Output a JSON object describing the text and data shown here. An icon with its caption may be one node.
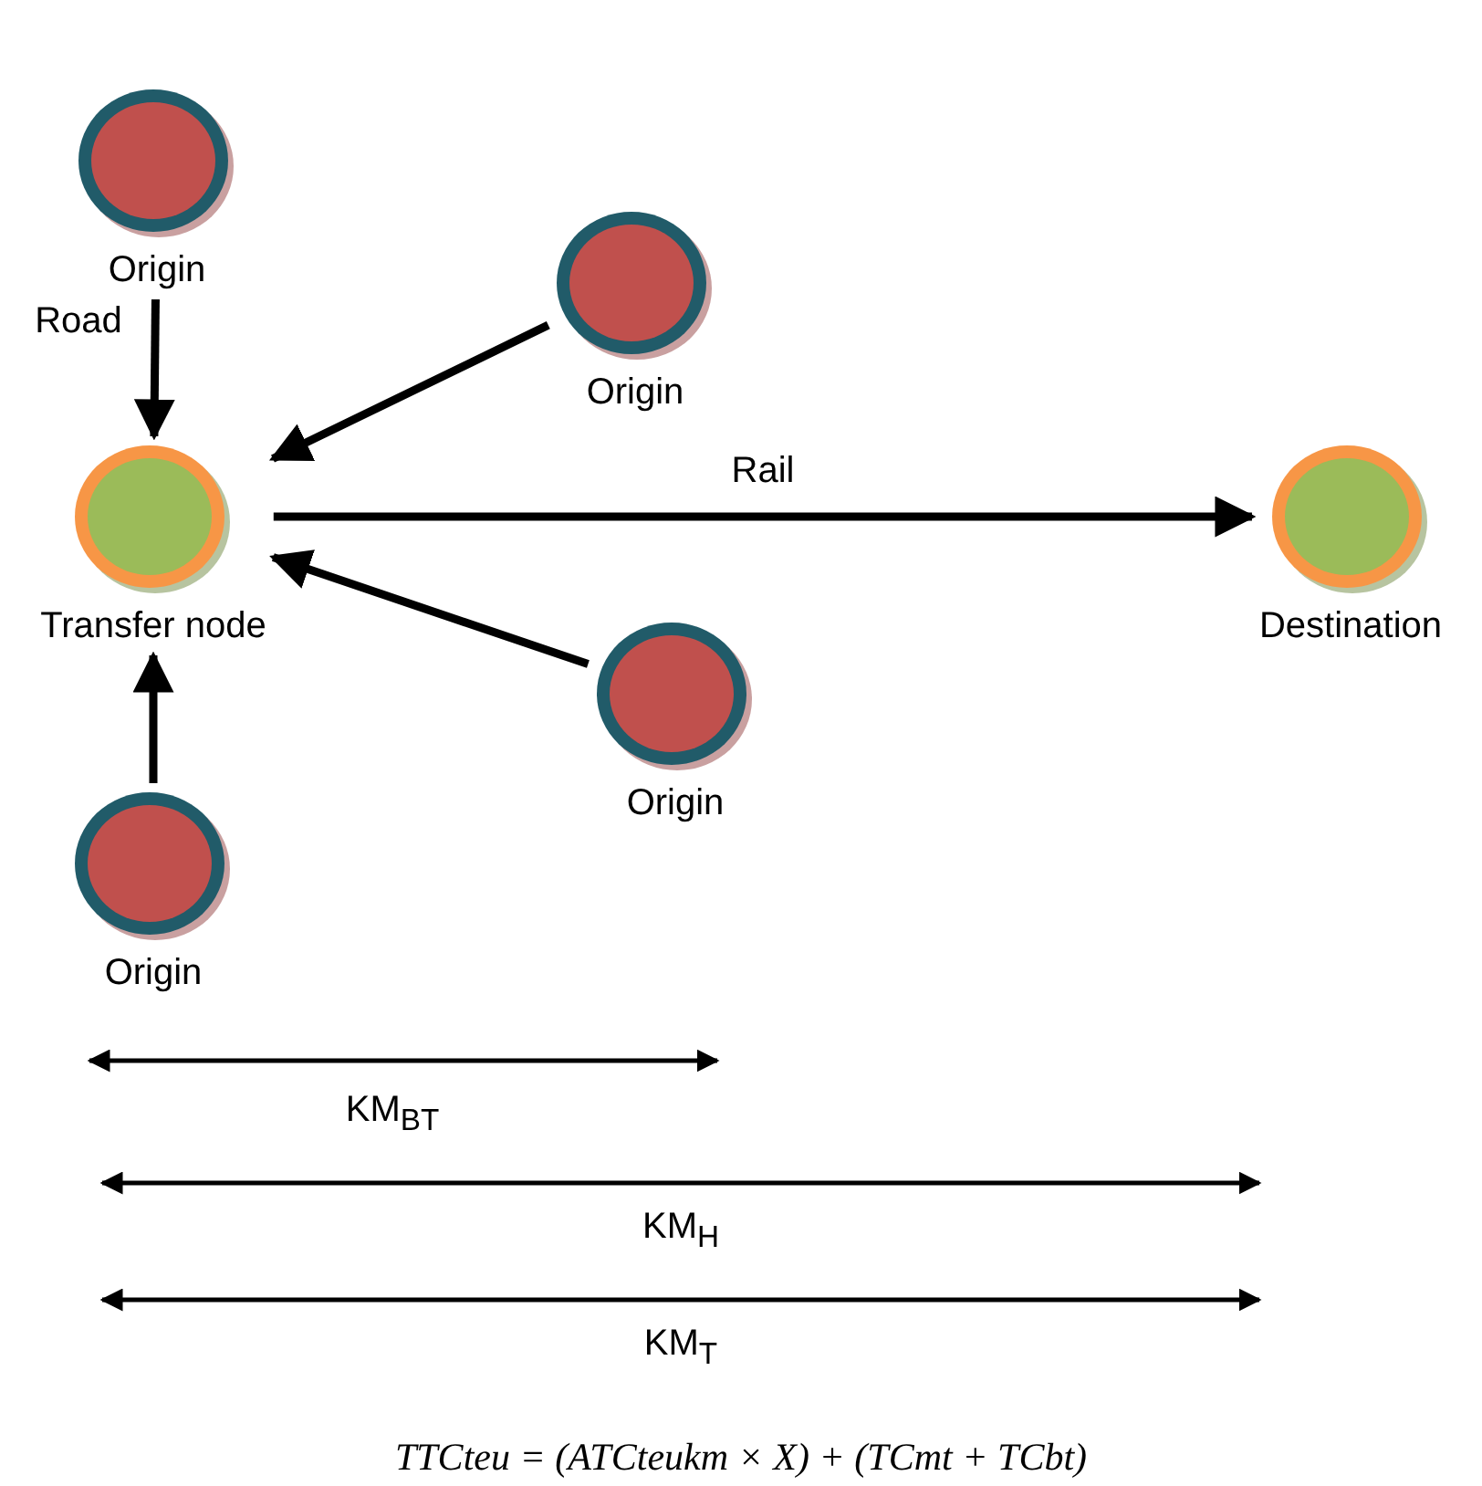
{
  "diagram": {
    "nodes": [
      {
        "text": [
          "Origin"
        ]
      },
      {
        "text": [
          "Origin"
        ]
      },
      {
        "text": [
          "Transfer node"
        ]
      },
      {
        "text": [
          "Destination"
        ]
      },
      {
        "text": [
          "Origin"
        ]
      },
      {
        "text": [
          "Origin"
        ]
      }
    ],
    "edges": [
      {
        "from": 0,
        "to": 2,
        "arrow": "to",
        "label": "Road"
      },
      {
        "from": 1,
        "to": 2,
        "arrow": "to"
      },
      {
        "from": 2,
        "to": 3,
        "arrow": "to",
        "label": "Rail"
      },
      {
        "from": 4,
        "to": 2,
        "arrow": "to"
      },
      {
        "from": 5,
        "to": 2,
        "arrow": "to"
      }
    ],
    "labels": [
      "KM$_{BT}$",
      "KM$_{H}$",
      "KM$_{T}$",
      "TTCteu = (ATCteukm × X) + (TCmt + TCbt)"
    ]
  }
}
